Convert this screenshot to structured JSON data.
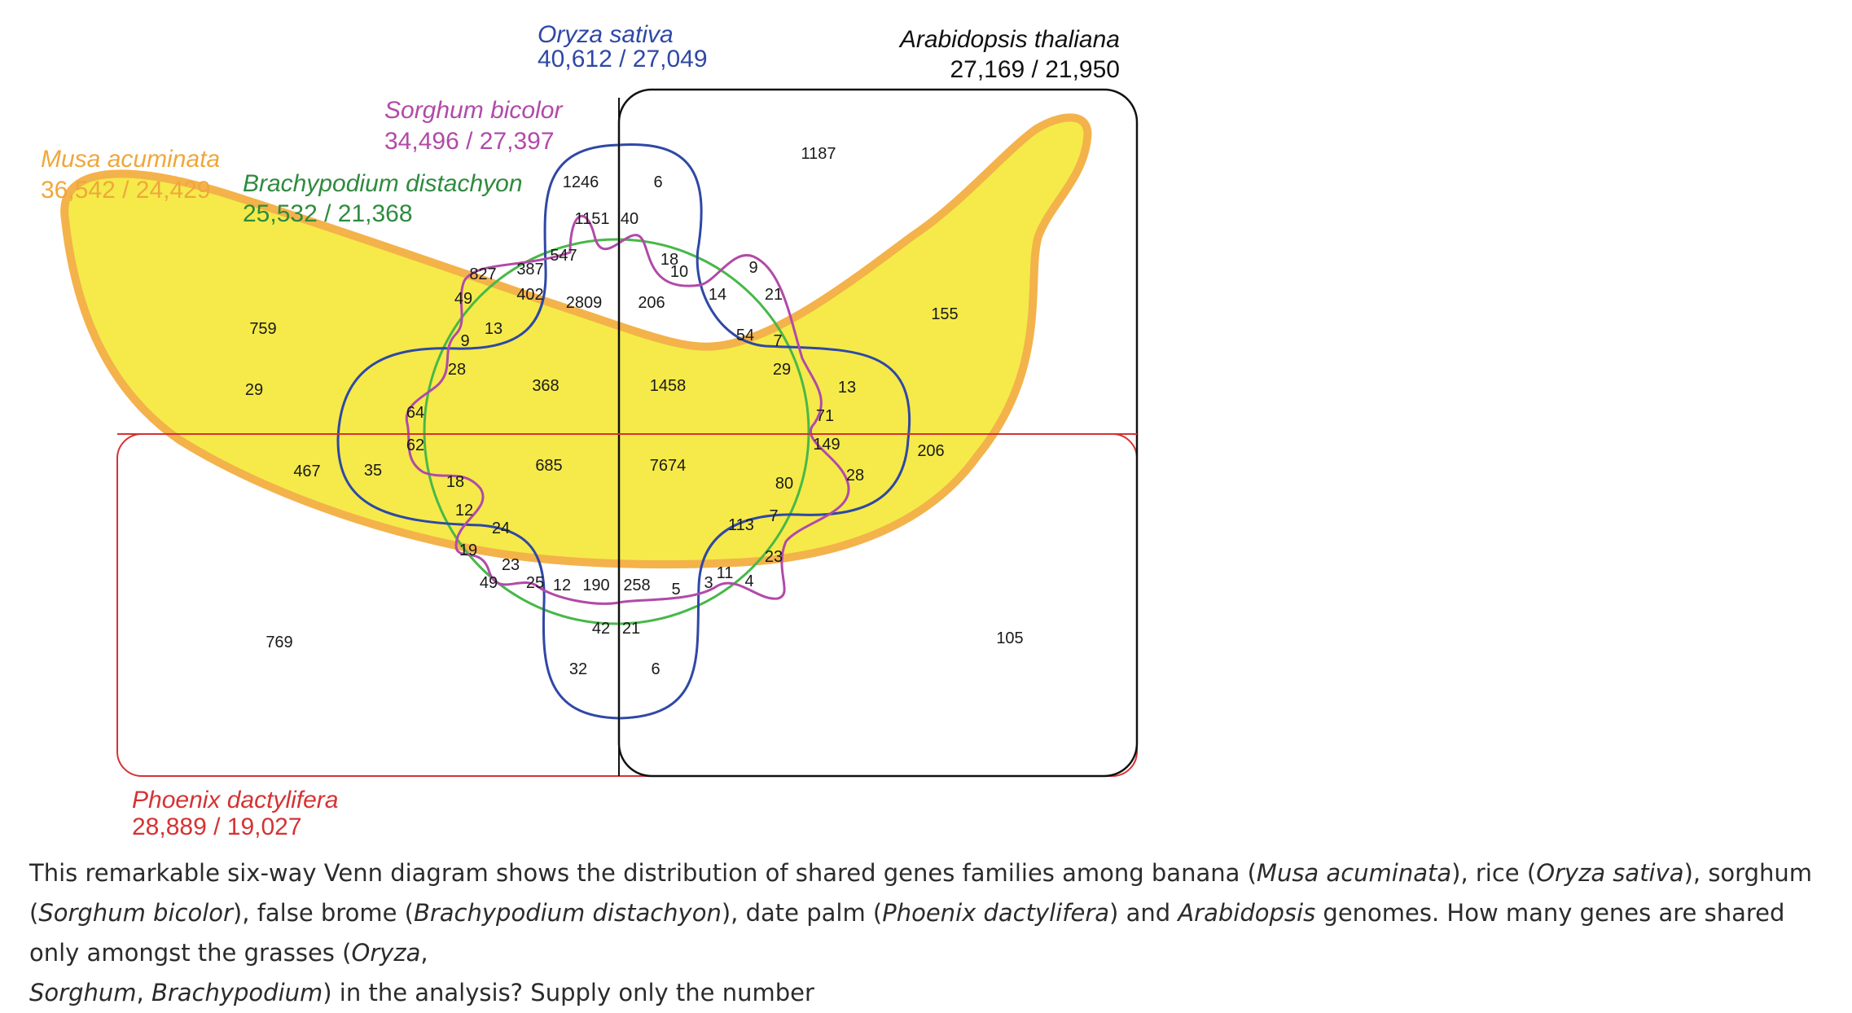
{
  "species": {
    "oryza": {
      "name": "Oryza sativa",
      "counts": "40,612 / 27,049",
      "color": "#2f48a6"
    },
    "arabidopsis": {
      "name": "Arabidopsis thaliana",
      "counts": "27,169 / 21,950",
      "color": "#111111"
    },
    "sorghum": {
      "name": "Sorghum bicolor",
      "counts": "34,496 / 27,397",
      "color": "#b14aa8"
    },
    "musa": {
      "name": "Musa acuminata",
      "counts": "36,542 / 24,429",
      "color": "#f0a73a"
    },
    "brachypodium": {
      "name": "Brachypodium distachyon",
      "counts": "25,532 / 21,368",
      "color": "#2e8b3e"
    },
    "phoenix": {
      "name": "Phoenix dactylifera",
      "counts": "28,889 / 19,027",
      "color": "#d53333"
    }
  },
  "banana_fill": "#f5ea4a",
  "regions": [
    "1187",
    "155",
    "206",
    "105",
    "769",
    "759",
    "467",
    "1246",
    "6",
    "1151",
    "40",
    "547",
    "18",
    "10",
    "9",
    "827",
    "387",
    "402",
    "2809",
    "206",
    "14",
    "21",
    "49",
    "13",
    "54",
    "7",
    "9",
    "28",
    "29",
    "368",
    "1458",
    "29",
    "13",
    "64",
    "71",
    "62",
    "149",
    "685",
    "7674",
    "35",
    "28",
    "18",
    "80",
    "12",
    "24",
    "113",
    "7",
    "19",
    "23",
    "23",
    "11",
    "4",
    "49",
    "25",
    "12",
    "190",
    "258",
    "5",
    "3",
    "42",
    "21",
    "32",
    "6"
  ],
  "caption": {
    "p1": "This remarkable six-way Venn diagram shows the distribution of shared genes families among banana (",
    "i1": "Musa acuminata",
    "p2": "), rice (",
    "i2": "Oryza sativa",
    "p3": "), sorghum (",
    "i3": "Sorghum bicolor",
    "p4": "),",
    "p5": "false brome (",
    "i5": "Brachypodium distachyon",
    "p6": "), date palm (",
    "i6": "Phoenix dactylifera",
    "p7": ") and ",
    "i7": "Arabidopsis",
    "p8": " genomes. How many genes are shared only amongst the grasses (",
    "i8": "Oryza",
    "p9": ",",
    "i9": "Sorghum",
    "p10": ", ",
    "i10": "Brachypodium",
    "p11": ") in the analysis? Supply only the number"
  }
}
